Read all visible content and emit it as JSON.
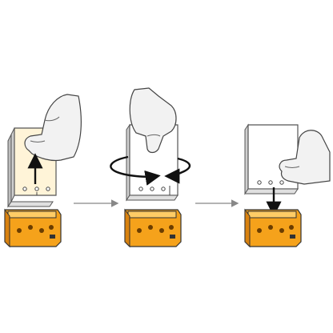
{
  "diagram": {
    "steps": [
      {
        "id": "step-1",
        "action": "lift-card",
        "arrow": "up-arrow",
        "card_face": "cream"
      },
      {
        "id": "step-2",
        "action": "rotate-card",
        "arrow": "rotate-arrow",
        "card_face": "white"
      },
      {
        "id": "step-3",
        "action": "insert-card",
        "arrow": "down-arrow",
        "card_face": "white"
      }
    ],
    "connectors": [
      "step-arrow-1-to-2",
      "step-arrow-2-to-3"
    ],
    "colors": {
      "holder_orange": "#F5A21B",
      "holder_dark": "#D9820F",
      "holder_inner": "#FFCC66",
      "card_cream": "#FFF4D8",
      "card_white": "#FFFFFF",
      "card_edge": "#BDBDBD",
      "outline": "#333333",
      "hand": "#F2F2F2",
      "arrow": "#111111",
      "connector": "#888888"
    },
    "icons": [
      "hand-icon",
      "up-arrow-icon",
      "rotate-arrow-icon",
      "down-arrow-icon"
    ]
  }
}
